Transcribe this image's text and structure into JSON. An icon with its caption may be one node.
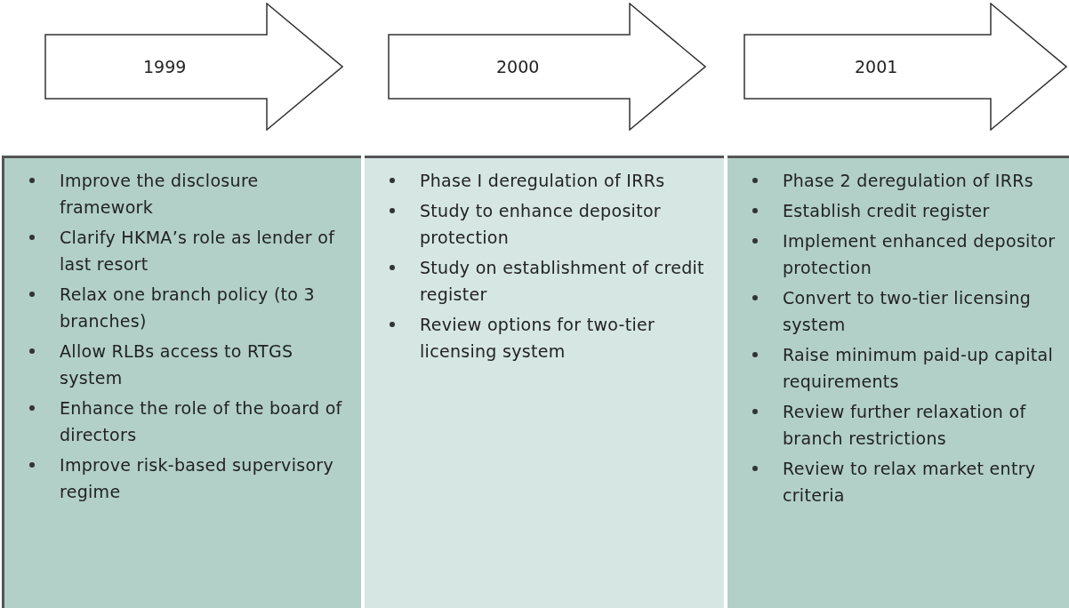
{
  "diagram": {
    "nodes": [
      {
        "text": [
          "1999"
        ]
      },
      {
        "text": [
          "2000"
        ]
      },
      {
        "text": [
          "2001"
        ]
      },
      {
        "text": [
          "Improve the disclosure framework",
          "Clarify HKMA’s role as lender of last resort",
          "Relax one branch policy (to 3 branches)",
          "Allow RLBs access to RTGS system",
          "Enhance the role of the board of directors",
          "Improve risk-based supervisory regime"
        ]
      },
      {
        "text": [
          "Phase I deregulation of IRRs",
          "Study to enhance depositor protection",
          "Study on establishment of credit register",
          "Review options for two-tier licensing system"
        ]
      },
      {
        "text": [
          "Phase 2 deregulation of IRRs",
          "Establish credit register",
          "Implement enhanced depositor protection",
          "Convert to two-tier licensing system",
          "Raise minimum paid-up capital requirements",
          "Review further relaxation of branch restrictions",
          "Review to relax market entry criteria"
        ]
      }
    ]
  }
}
